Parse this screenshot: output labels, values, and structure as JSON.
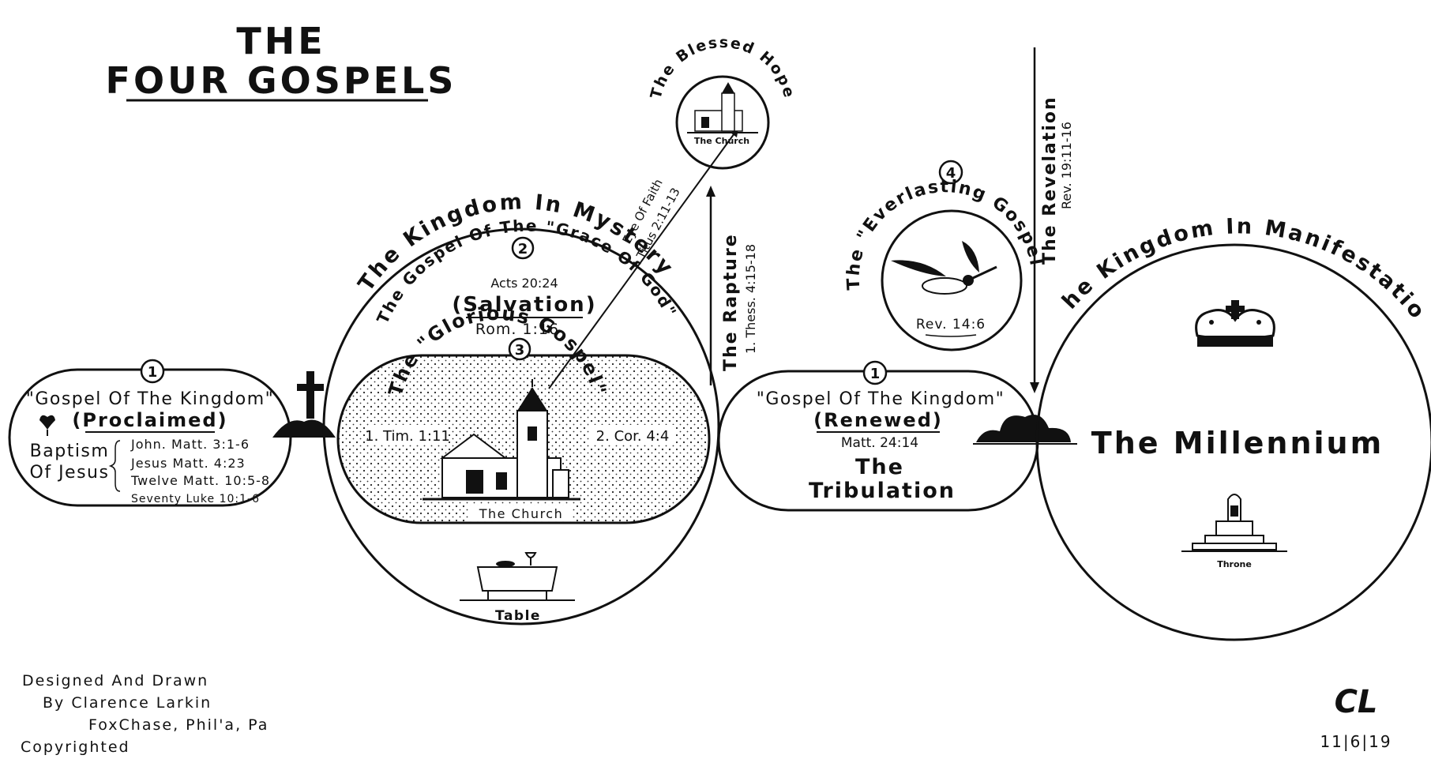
{
  "title": {
    "line1": "THE",
    "line2": "FOUR GOSPELS"
  },
  "gospel_1": {
    "number": "1",
    "name": "\"Gospel Of The Kingdom\"",
    "status": "(Proclaimed)",
    "baptism_line1": "Baptism",
    "baptism_line2": "Of Jesus",
    "refs": [
      "John. Matt. 3:1-6",
      "Jesus Matt. 4:23",
      "Twelve Matt. 10:5-8",
      "Seventy Luke 10:1-6"
    ]
  },
  "kingdom_mystery": {
    "arc_title": "The Kingdom In Mystery",
    "number": "2",
    "gospel_name": "The Gospel Of The \"Grace Of God\"",
    "acts_ref": "Acts 20:24",
    "salvation": "(Salvation)",
    "rom_ref": "Rom. 1:16",
    "glorious_number": "3",
    "glorious_name": "The \"Glorious Gospel\"",
    "tim_ref": "1. Tim. 1:11",
    "cor_ref": "2. Cor. 4:4",
    "church_label": "The Church",
    "table_label": "Table"
  },
  "blessed_hope": {
    "arc_title": "The Blessed Hope",
    "church_label": "The Church",
    "eye_of_faith": "Eye Of Faith",
    "titus_ref": "Titus 2:11-13"
  },
  "rapture": {
    "label": "The Rapture",
    "ref": "1. Thess. 4:15-18"
  },
  "everlasting": {
    "number": "4",
    "name": "The \"Everlasting Gospel\"",
    "ref": "Rev. 14:6"
  },
  "revelation": {
    "label": "The Revelation",
    "ref": "Rev. 19:11-16"
  },
  "gospel_renewed": {
    "number": "1",
    "name": "\"Gospel Of The Kingdom\"",
    "status": "(Renewed)",
    "ref": "Matt. 24:14",
    "tribulation_line1": "The",
    "tribulation_line2": "Tribulation"
  },
  "manifestation": {
    "arc_title": "The Kingdom In Manifestation",
    "millennium": "The Millennium",
    "throne_label": "Throne"
  },
  "credits": {
    "line1": "Designed And Drawn",
    "line2": "By Clarence Larkin",
    "line3": "FoxChase, Phil'a, Pa",
    "line4": "Copyrighted"
  },
  "signature": {
    "monogram": "CL",
    "date": "11|6|19"
  }
}
